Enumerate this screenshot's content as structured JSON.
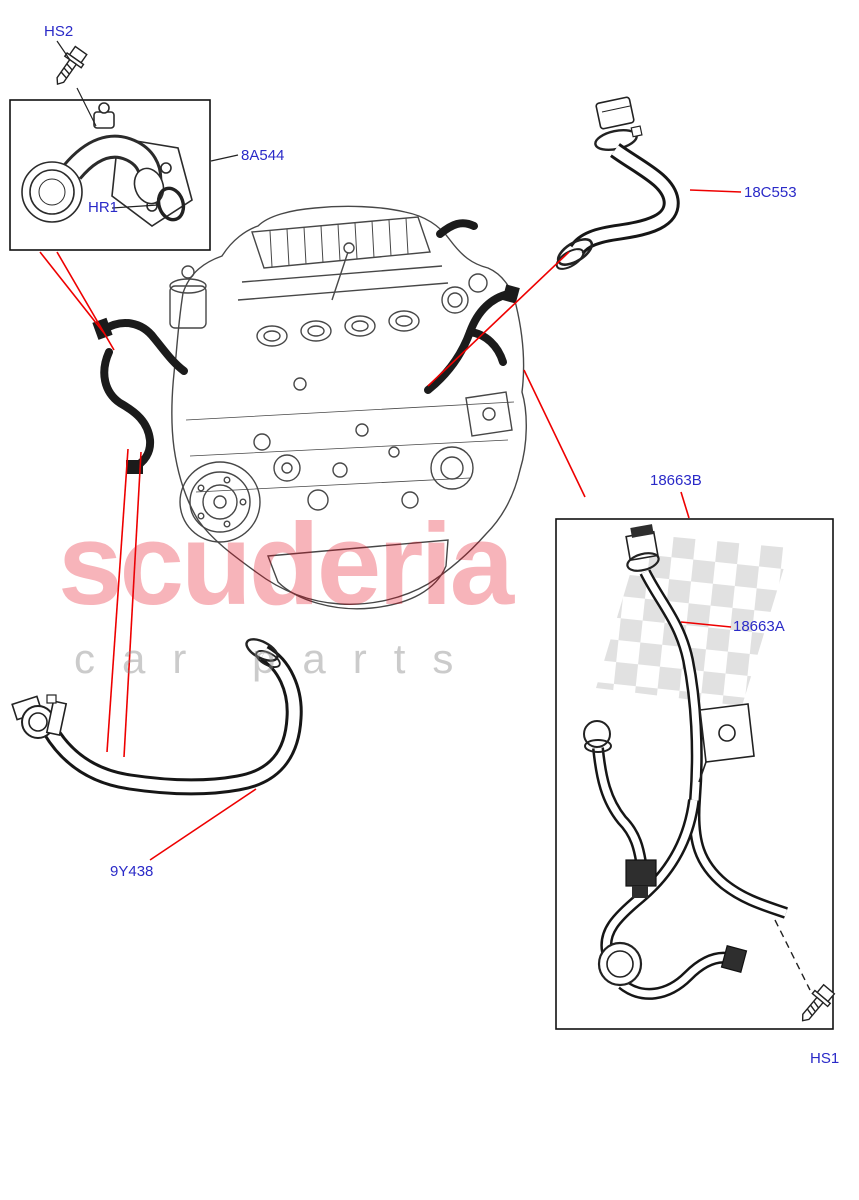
{
  "diagram": {
    "title": "engine cooling hoses parts diagram",
    "labels": {
      "hs2": "HS2",
      "p8a544": "8A544",
      "hr1": "HR1",
      "p18c553": "18C553",
      "p18663b": "18663B",
      "p18663a": "18663A",
      "p9y438": "9Y438",
      "hs1": "HS1"
    },
    "watermark": {
      "title": "scuderia",
      "subtitle": "car parts"
    },
    "colors": {
      "label_blue": "#2a2ac8",
      "leader_red": "#ee0000",
      "line_black": "#222222",
      "watermark_red": "#e30619"
    }
  }
}
